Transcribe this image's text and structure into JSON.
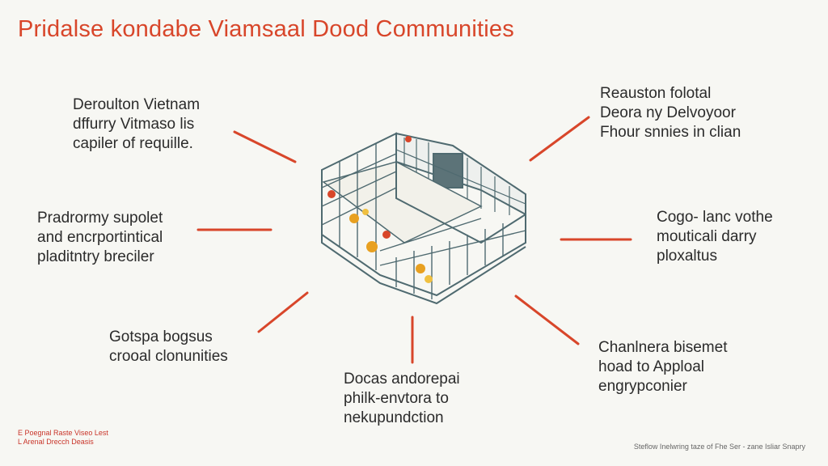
{
  "title": "Pridalse kondabe Viamsaal Dood Communities",
  "labels": {
    "top_left": [
      "Deroulton Vietnam",
      "dffurry Vitmaso lis",
      "capiler of requille."
    ],
    "mid_left": [
      "Pradrormy supolet",
      "and encrportintical",
      "pladitntry breciler"
    ],
    "bottom_left": [
      "Gotspa bogsus",
      "crooal clonunities"
    ],
    "bottom_center": [
      "Docas andorepai",
      "philk-envtora to",
      "nekupundction"
    ],
    "top_right": [
      "Reauston folotal",
      "Deora ny Delvoyoor",
      "Fhour snnies in clian"
    ],
    "mid_right": [
      "Cogo- lanc vothe",
      "mouticali darry",
      "ploxaltus"
    ],
    "bottom_right": [
      "Chanlnera bisemet",
      "hoad to Apploal",
      "engrypconier"
    ]
  },
  "footer": {
    "left": [
      "E Poegnal Raste Viseo Lest",
      "L Arenal Drecch Deasis"
    ],
    "right": "Steflow Inelwring taze of Fhe Ser - zane Isliar Snapry"
  },
  "colors": {
    "accent": "#d8462a",
    "structure": "#4f6a70",
    "highlight": "#e8a020",
    "background": "#f7f7f3"
  }
}
